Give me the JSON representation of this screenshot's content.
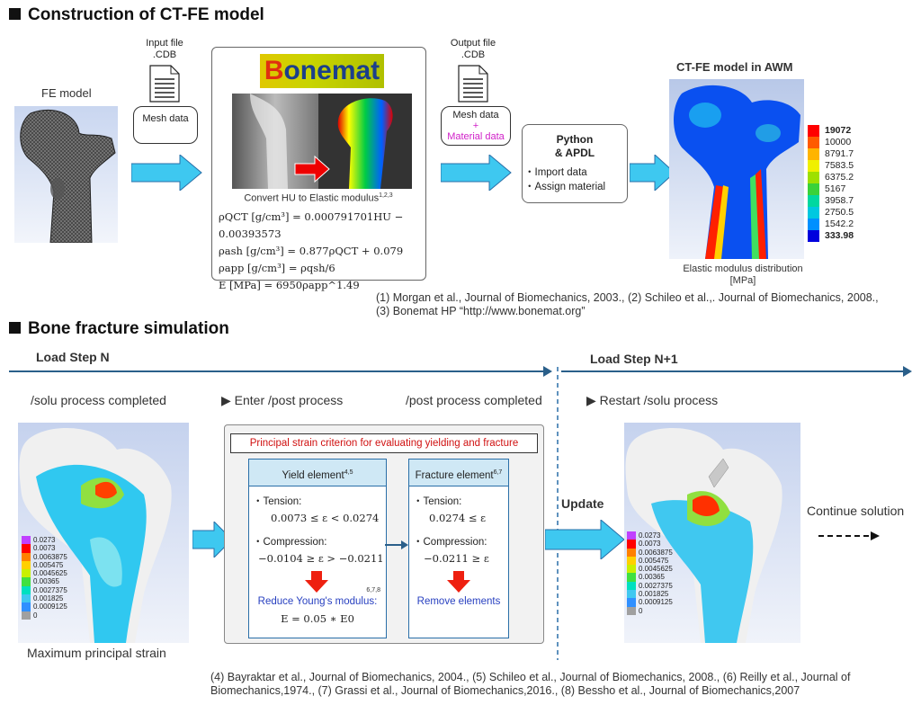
{
  "section1": {
    "title": "Construction of CT-FE model",
    "fe_model_label": "FE model",
    "input_file": {
      "line1": "Input file",
      "line2": ".CDB"
    },
    "mesh_data_bubble": "Mesh data",
    "bonemat": {
      "logo_b": "B",
      "logo_rest": "onemat",
      "caption": "Convert HU to Elastic modulus",
      "caption_sup": "1,2,3",
      "eq1": "ρQCT [g/cm³] = 0.000791701HU − 0.00393573",
      "eq2": "ρash [g/cm³] = 0.877ρQCT + 0.079",
      "eq3": "ρapp [g/cm³] = ρqsh/6",
      "eq4": "E [MPa] = 6950ρapp^1.49"
    },
    "output_file": {
      "line1": "Output file",
      "line2": ".CDB"
    },
    "output_bubble": {
      "line1": "Mesh data",
      "line2": "+",
      "line3": "Material data"
    },
    "python_box": {
      "line1": "Python",
      "line2": "& APDL",
      "item1": "・Import data",
      "item2": "・Assign material"
    },
    "awm_title": "CT-FE model in AWM",
    "legend": [
      "19072",
      "10000",
      "8791.7",
      "7583.5",
      "6375.2",
      "5167",
      "3958.7",
      "2750.5",
      "1542.2",
      "333.98"
    ],
    "legend_colors": [
      "#ff0000",
      "#ff5a00",
      "#ffb400",
      "#f0f000",
      "#9ee000",
      "#3ad23a",
      "#00d8a0",
      "#00c8e0",
      "#0090ff",
      "#0000dd"
    ],
    "elastic_caption_line1": "Elastic modulus distribution",
    "elastic_caption_line2": "[MPa]",
    "refs_line1": "(1) Morgan et al., Journal of Biomechanics, 2003., (2) Schileo et al.,. Journal of Biomechanics, 2008.,",
    "refs_line2": "(3) Bonemat HP “http://www.bonemat.org”"
  },
  "section2": {
    "title": "Bone fracture simulation",
    "step_n": "Load Step N",
    "step_n1": "Load Step N+1",
    "solu_completed": "/solu process completed",
    "enter_post": "▶ Enter /post process",
    "post_completed": "/post process completed",
    "restart_solu": "▶ Restart /solu process",
    "criterion_title": "Principal strain criterion for evaluating yielding and fracture",
    "yield": {
      "title": "Yield element",
      "title_sup": "4,5",
      "tension_label": "・Tension:",
      "tension_eq": "0.0073 ≤ ε < 0.0274",
      "compression_label": "・Compression:",
      "compression_eq": "−0.0104 ≥ ε > −0.0211",
      "action_sup": "6,7,8",
      "action": "Reduce Young's modulus:",
      "action_eq": "E = 0.05 ∗ E0"
    },
    "fracture": {
      "title": "Fracture element",
      "title_sup": "6,7",
      "tension_label": "・Tension:",
      "tension_eq": "0.0274 ≤ ε",
      "compression_label": "・Compression:",
      "compression_eq": "−0.0211 ≥ ε",
      "action": "Remove elements"
    },
    "update": "Update",
    "continue": "Continue solution",
    "max_strain_label": "Maximum principal strain",
    "strain_legend": [
      "0.0273",
      "0.0073",
      "0.0063875",
      "0.005475",
      "0.0045625",
      "0.00365",
      "0.0027375",
      "0.001825",
      "0.0009125",
      "0"
    ],
    "strain_colors": [
      "#c040ff",
      "#ff0000",
      "#ff8000",
      "#ffd000",
      "#c8f000",
      "#40e040",
      "#00e0c0",
      "#40c8f0",
      "#3090ff",
      "#a0a0a0"
    ],
    "refs_line1": "(4) Bayraktar et al., Journal of Biomechanics, 2004., (5) Schileo et al., Journal of Biomechanics, 2008., (6) Reilly et al., Journal of",
    "refs_line2": "Biomechanics,1974., (7) Grassi et al., Journal of Biomechanics,2016., (8) Bessho et al., Journal of Biomechanics,2007"
  }
}
